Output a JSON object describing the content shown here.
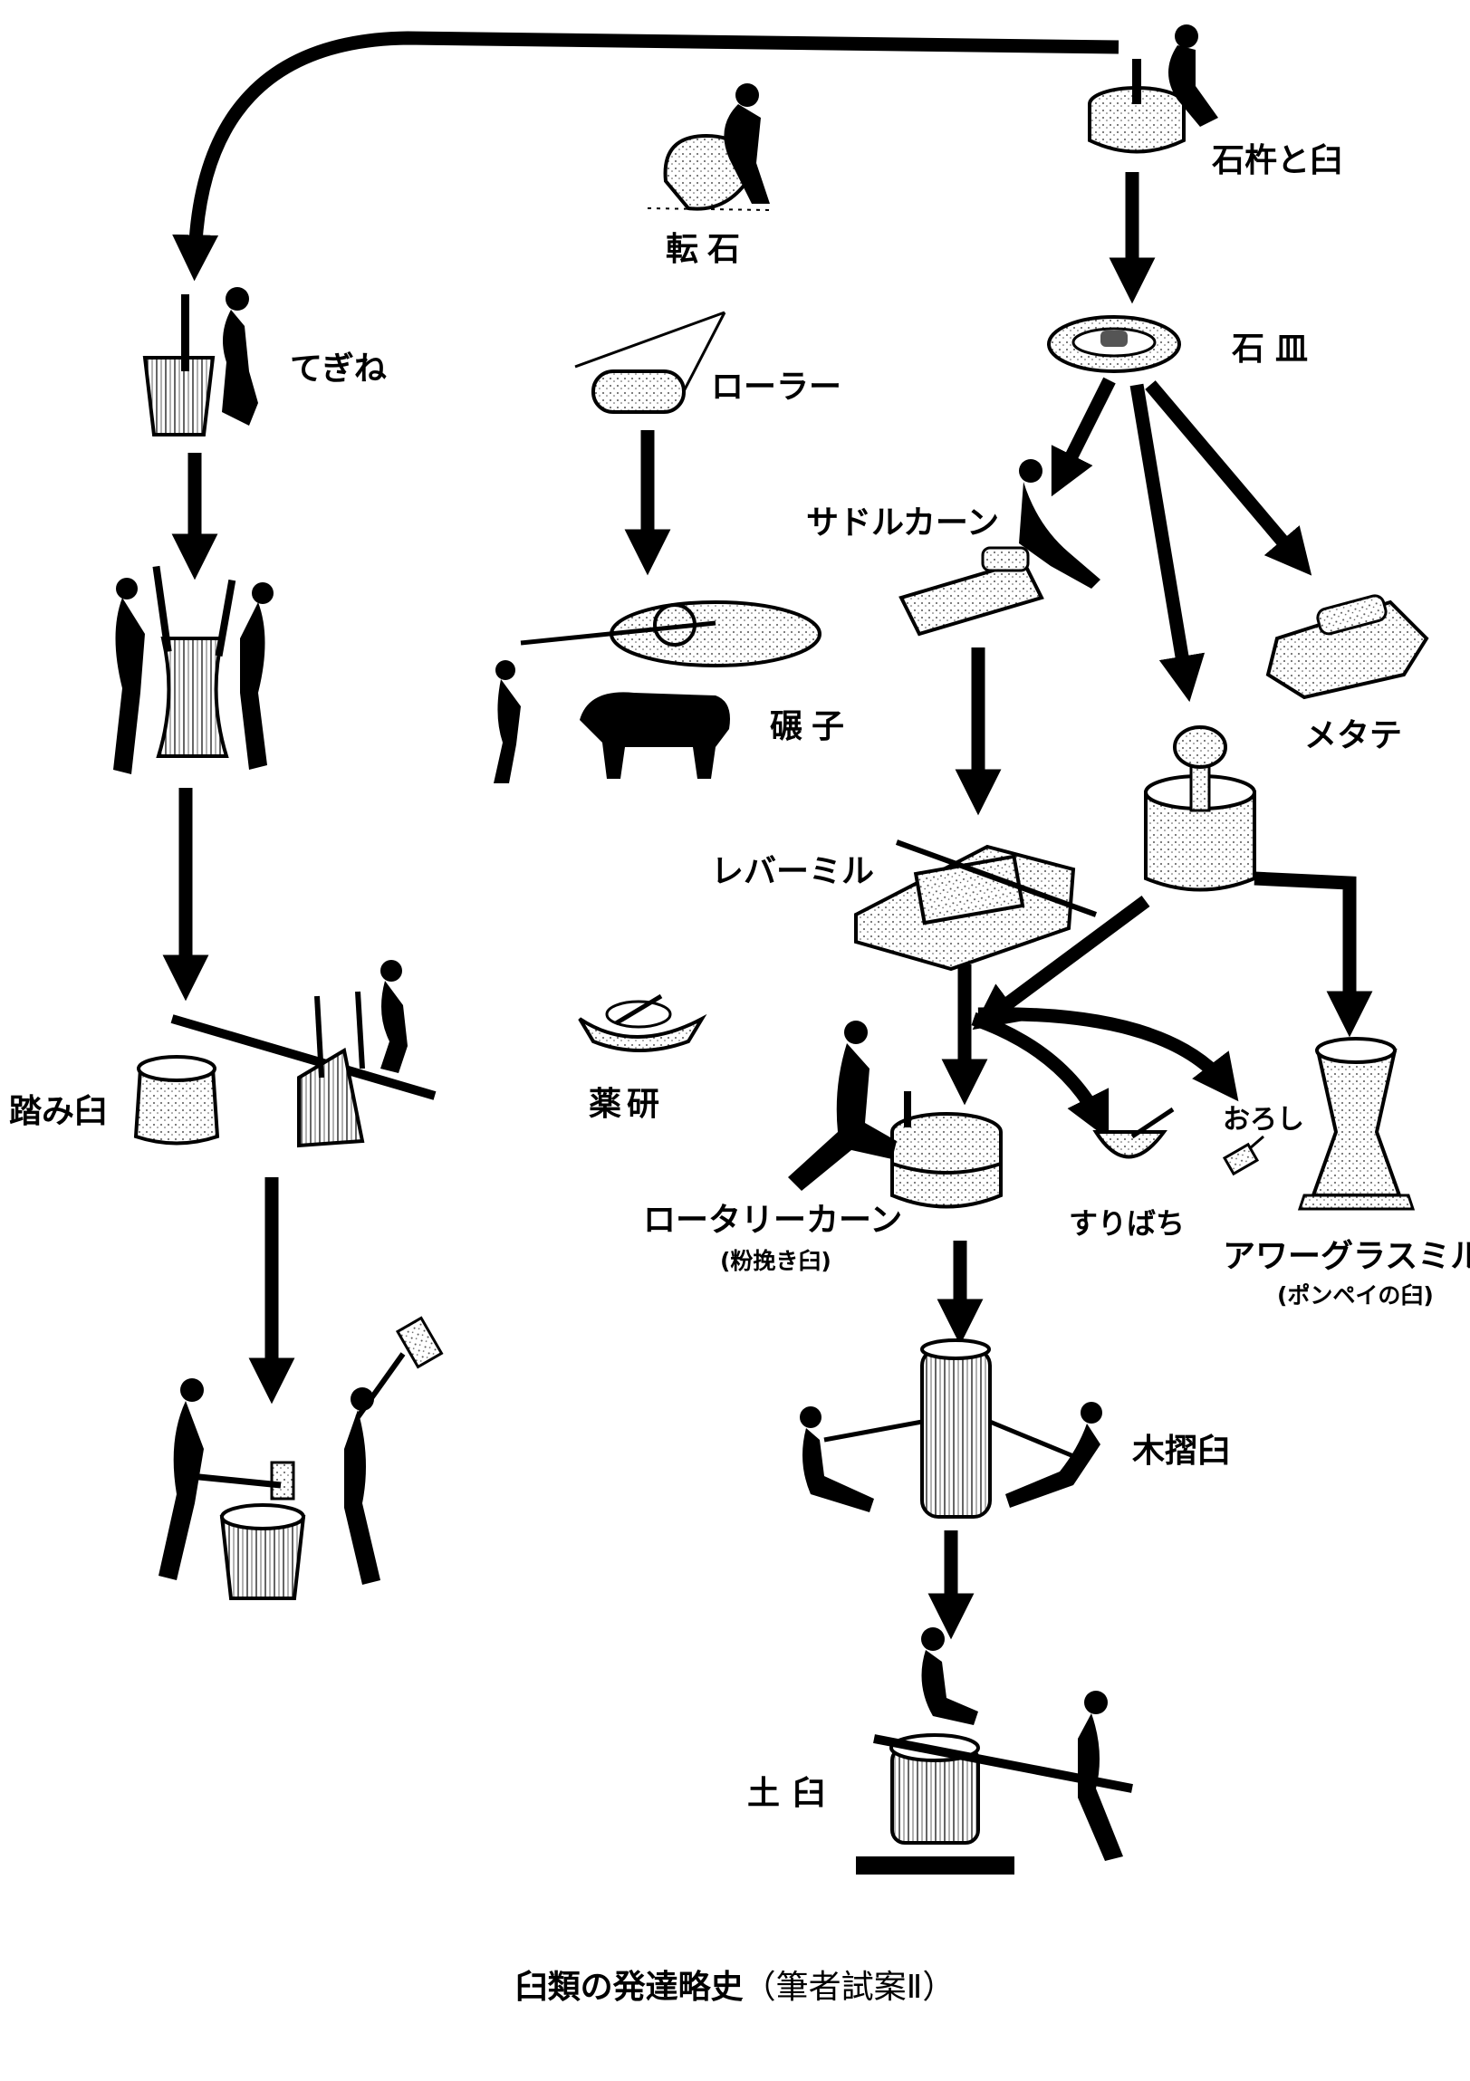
{
  "colors": {
    "ink": "#000000",
    "paper": "#ffffff",
    "stone": "#d9d9d9",
    "shade": "#555555"
  },
  "labels": {
    "sekkyo_to_usu": "石杵と臼",
    "tenseki": "転石",
    "tegine": "てぎね",
    "roller": "ローラー",
    "sekisara": "石皿",
    "saddle_quern": "サドルカーン",
    "tenshi": "碾子",
    "metate": "メタテ",
    "lever_mill": "レバーミル",
    "fumiusu": "踏み臼",
    "yagen": "薬研",
    "oroshi": "おろし",
    "rotary_quern": "ロータリーカーン",
    "rotary_quern_note": "(粉挽き臼)",
    "suribachi": "すりばち",
    "hourglass_mill": "アワーグラスミル",
    "hourglass_mill_note": "(ポンペイの臼)",
    "kisuriusu": "木摺臼",
    "tsuchiusu": "土臼"
  },
  "illustrations": [
    "person-with-stone-pestle-and-mortar",
    "person-rolling-stone",
    "person-pounding-with-hand-pestle",
    "roller-on-frame",
    "stone-dish",
    "two-people-pounding-mortar",
    "saddle-quern-grinding",
    "ox-driven-edge-runner-mill",
    "metate-stone",
    "pestle-in-mortar",
    "lever-mill",
    "treadle-mortar",
    "medicine-grinder",
    "rotary-quern-with-person",
    "grinding-bowl",
    "grater",
    "hourglass-mill",
    "two-people-with-mallet-and-mortar",
    "wooden-husking-mill",
    "clay-husking-mill"
  ],
  "caption": {
    "main": "臼類の発達略史",
    "note": "（筆者試案Ⅱ）"
  }
}
